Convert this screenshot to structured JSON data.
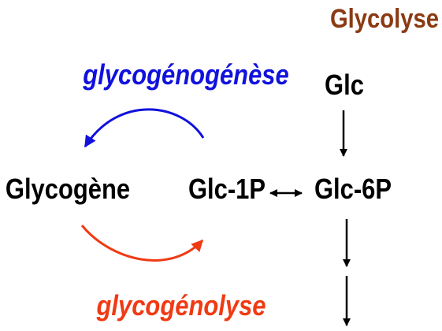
{
  "labels": {
    "pathway_title": "Glycolyse",
    "glc": "Glc",
    "glycogene": "Glycogène",
    "glc1p": "Glc-1P",
    "glc6p": "Glc-6P",
    "glycogenogenese": "glycogénogénèse",
    "glycogenolyse": "glycogénolyse"
  },
  "colors": {
    "pathway_title": "#8B3A14",
    "synthesis": "#1111DD",
    "breakdown": "#F03A14",
    "text": "#000000"
  }
}
